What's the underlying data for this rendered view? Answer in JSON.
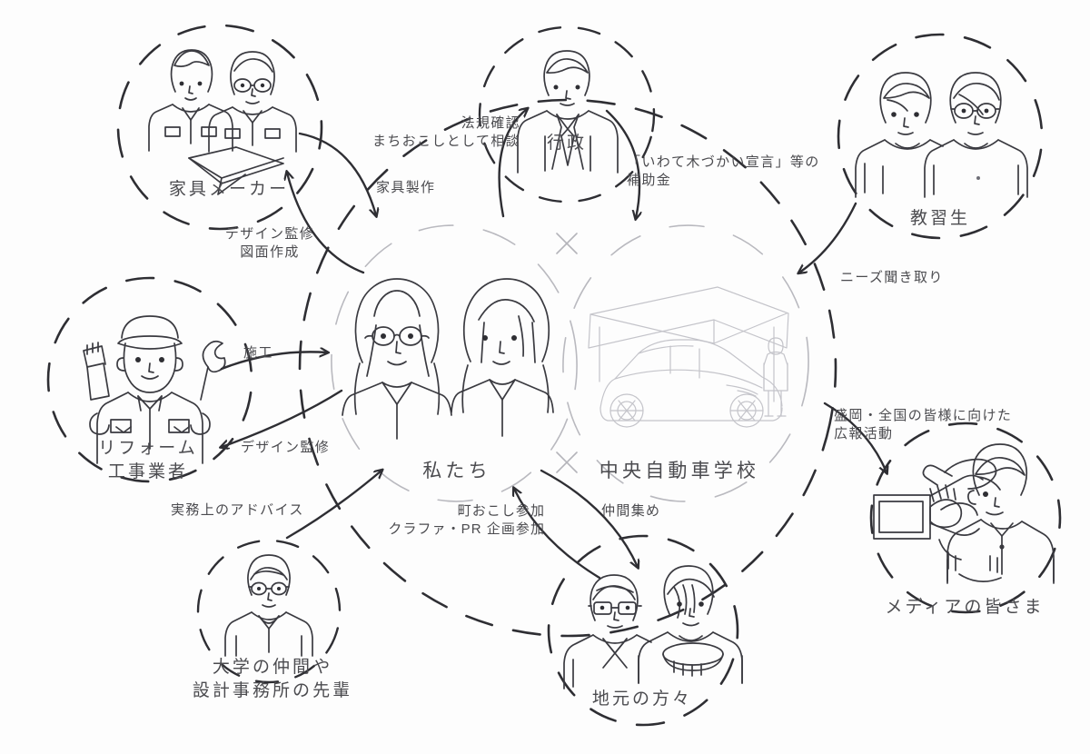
{
  "diagram": {
    "title_center_left": "私たち",
    "title_center_right": "中央自動車学校",
    "background_color": "#fdfdfd",
    "ink_color": "#2e2e33",
    "text_color": "#4b4b4f",
    "sketch_color": "#a8a8ad",
    "nodes": [
      {
        "id": "furniture-maker",
        "label": "家具メーカー",
        "icon": "two-workers-with-plank-icon"
      },
      {
        "id": "government",
        "label": "行政",
        "icon": "suited-official-icon"
      },
      {
        "id": "students",
        "label": "教習生",
        "icon": "two-young-students-icon"
      },
      {
        "id": "renovation",
        "label": "リフォーム\n工事業者",
        "icon": "handyman-brush-wrench-icon"
      },
      {
        "id": "university",
        "label": "大学の仲間や\n設計事務所の先輩",
        "icon": "senior-adviser-icon"
      },
      {
        "id": "locals",
        "label": "地元の方々",
        "icon": "local-couple-icon"
      },
      {
        "id": "media",
        "label": "メディアの皆さま",
        "icon": "camera-operator-icon"
      }
    ],
    "center": {
      "us": {
        "label": "私たち",
        "icon": "two-women-portrait-icon"
      },
      "school": {
        "label": "中央自動車学校",
        "icon": "car-under-canopy-icon"
      }
    },
    "edges": [
      {
        "id": "furniture-production",
        "label": "家具製作",
        "from": "furniture-maker",
        "to": "center"
      },
      {
        "id": "design-supervision-drawings",
        "label": "デザイン監修\n図面作成",
        "from": "center",
        "to": "furniture-maker"
      },
      {
        "id": "legal-check-consult",
        "label": "法規確認\nまちおこしとして相談",
        "from": "center",
        "to": "government"
      },
      {
        "id": "iwate-wood-subsidy",
        "label": "「いわて木づかい宣言」等の\n補助金",
        "from": "government",
        "to": "center"
      },
      {
        "id": "needs-hearing",
        "label": "ニーズ聞き取り",
        "from": "students",
        "to": "center"
      },
      {
        "id": "construction",
        "label": "施工",
        "from": "renovation",
        "to": "center"
      },
      {
        "id": "design-supervision",
        "label": "デザイン監修",
        "from": "center",
        "to": "renovation"
      },
      {
        "id": "practical-advice",
        "label": "実務上のアドバイス",
        "from": "university",
        "to": "center"
      },
      {
        "id": "town-revitalization",
        "label": "町おこし参加\nクラファ・PR 企画参加",
        "from": "locals",
        "to": "center"
      },
      {
        "id": "gather-companions",
        "label": "仲間集め",
        "from": "center",
        "to": "locals"
      },
      {
        "id": "pr-activity",
        "label": "盛岡・全国の皆様に向けた\n広報活動",
        "from": "center",
        "to": "media"
      }
    ]
  }
}
